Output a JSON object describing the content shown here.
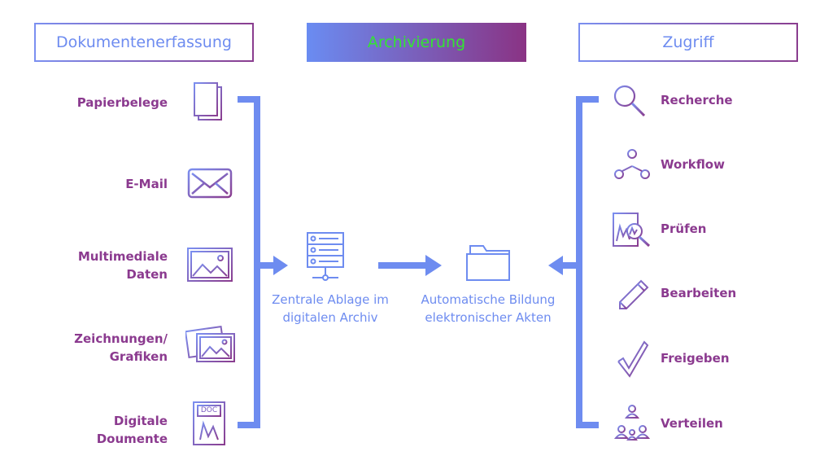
{
  "headers": {
    "left": "Dokumentenerfassung",
    "middle": "Archivierung",
    "right": "Zugriff"
  },
  "sources": {
    "papierbelege": "Papierbelege",
    "email": "E-Mail",
    "multimedia_line1": "Multimediale",
    "multimedia_line2": "Daten",
    "zeichnungen_line1": "Zeichnungen/",
    "zeichnungen_line2": "Grafiken",
    "digitale_line1": "Digitale",
    "digitale_line2": "Doumente"
  },
  "center": {
    "archive_line1": "Zentrale Ablage im",
    "archive_line2": "digitalen Archiv",
    "akten_line1": "Automatische Bildung",
    "akten_line2": "elektronischer Akten"
  },
  "access": {
    "recherche": "Recherche",
    "workflow": "Workflow",
    "pruefen": "Prüfen",
    "bearbeiten": "Bearbeiten",
    "freigeben": "Freigeben",
    "verteilen": "Verteilen"
  },
  "icon_text": {
    "doc": "DOC"
  },
  "colors": {
    "blue": "#6e8cf0",
    "purple": "#8b3a8f",
    "green_header_text": "#33e433"
  }
}
